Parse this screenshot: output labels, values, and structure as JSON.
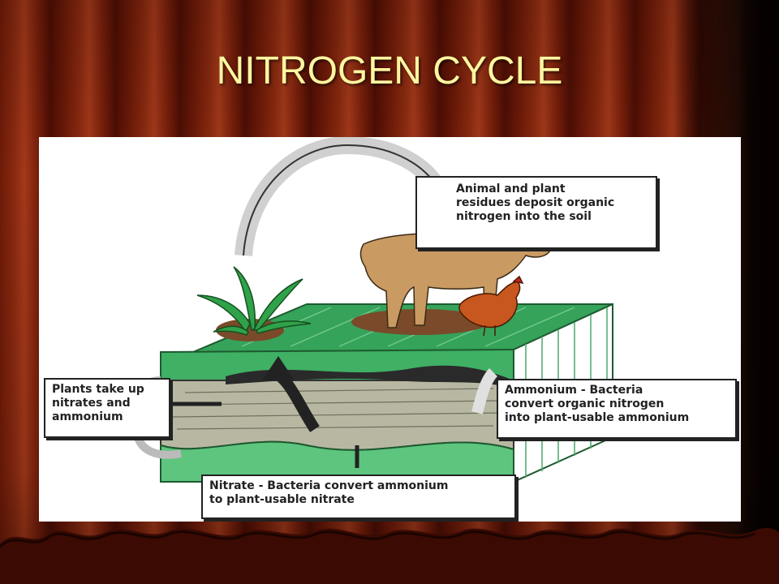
{
  "slide": {
    "title": "NITROGEN CYCLE"
  },
  "diagram": {
    "labels": {
      "animal_residues": "Animal and plant\nresidues deposit organic\nnitrogen into the soil",
      "plants_uptake": "Plants take up\nnitrates and\nammonium",
      "ammonium": "Ammonium - Bacteria\nconvert organic nitrogen\ninto plant-usable ammonium",
      "nitrate": "Nitrate - Bacteria convert ammonium\nto plant-usable nitrate"
    }
  },
  "colors": {
    "title": "#fff6a0",
    "curtain": "#8a2a10",
    "soil_green": "#3aa860",
    "soil_grey": "#a9aa95",
    "cow": "#c99a62",
    "arrow": "#222222"
  }
}
